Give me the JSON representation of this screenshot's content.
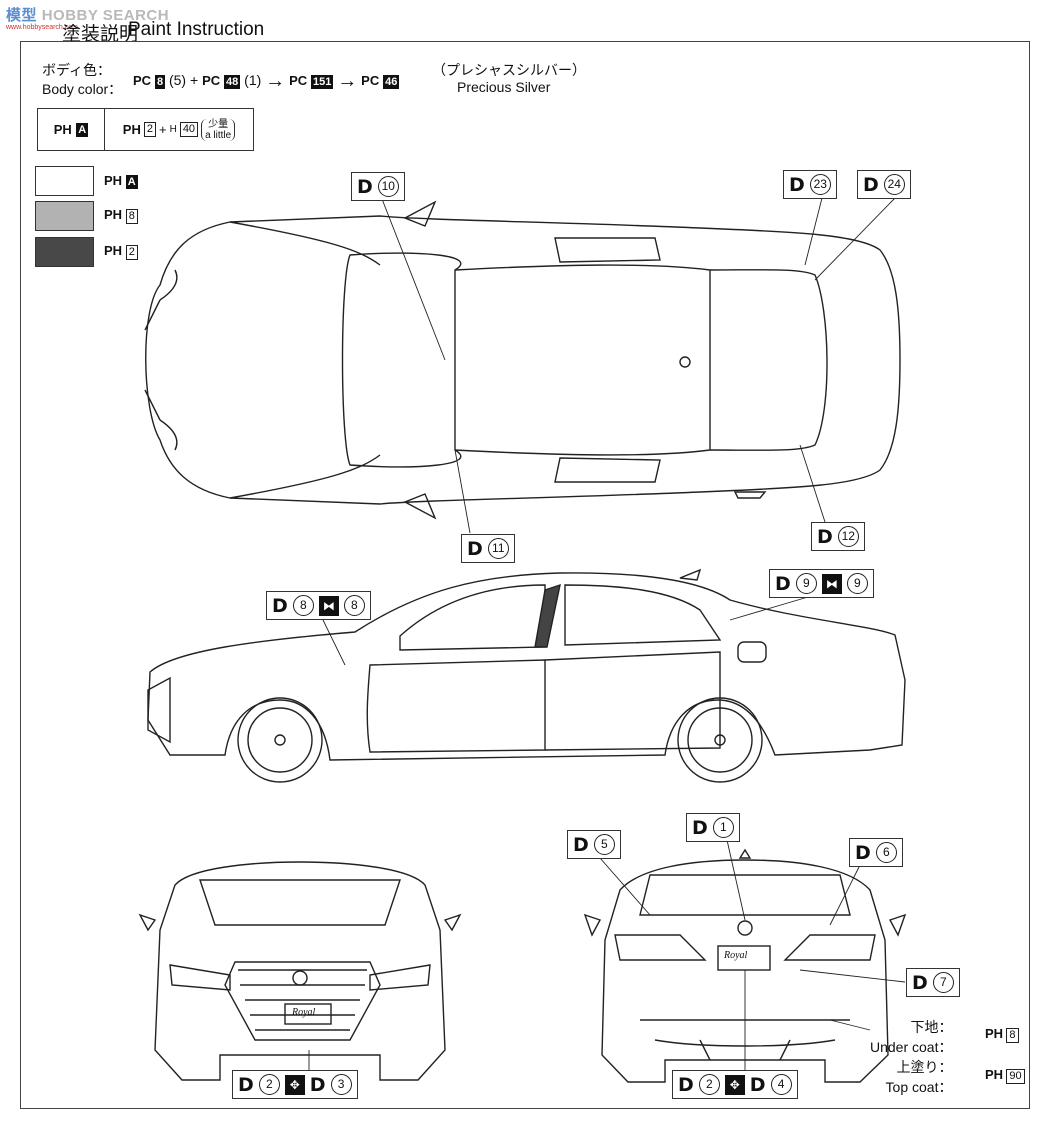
{
  "watermark": {
    "brand_chars": "模型",
    "brand_text": "HOBBY SEARCH",
    "url": "www.hobbysearch.com"
  },
  "header": {
    "title_jp": "塗装説明",
    "title_en": "Paint Instruction"
  },
  "body_color": {
    "label_jp": "ボディ色：",
    "label_en": "Body color：",
    "steps": [
      {
        "prefix": "PC",
        "code": "8",
        "qty": "(5)"
      },
      {
        "op": "+"
      },
      {
        "prefix": "PC",
        "code": "48",
        "qty": "(1)"
      },
      {
        "op": "→"
      },
      {
        "prefix": "PC",
        "code": "151"
      },
      {
        "op": "→"
      },
      {
        "prefix": "PC",
        "code": "46"
      }
    ],
    "result_jp": "（プレシャスシルバー）",
    "result_en": "Precious Silver"
  },
  "mix_table": {
    "left": {
      "prefix": "PH",
      "code": "A"
    },
    "right": {
      "prefix": "PH",
      "code": "2",
      "plus": "+",
      "code2_prefix": "H",
      "code2": "40",
      "note_jp": "少量",
      "note_en": "a little"
    }
  },
  "legend": [
    {
      "prefix": "PH",
      "code": "A",
      "swatch": "#ffffff",
      "style": "filled"
    },
    {
      "prefix": "PH",
      "code": "8",
      "swatch": "#b2b2b2",
      "style": "outlined"
    },
    {
      "prefix": "PH",
      "code": "2",
      "swatch": "#484848",
      "style": "outlined"
    }
  ],
  "decals": {
    "d10": {
      "letter": "D",
      "num": "10"
    },
    "d23": {
      "letter": "D",
      "num": "23"
    },
    "d24": {
      "letter": "D",
      "num": "24"
    },
    "d11": {
      "letter": "D",
      "num": "11"
    },
    "d12": {
      "letter": "D",
      "num": "12"
    },
    "d8": {
      "letter": "D",
      "num": "8",
      "tie": "8"
    },
    "d9": {
      "letter": "D",
      "num": "9",
      "tie": "9"
    },
    "d5": {
      "letter": "D",
      "num": "5"
    },
    "d1": {
      "letter": "D",
      "num": "1"
    },
    "d6": {
      "letter": "D",
      "num": "6"
    },
    "d7": {
      "letter": "D",
      "num": "7"
    },
    "d23f": {
      "letter": "D",
      "num": "2",
      "alt": "3"
    },
    "d24r": {
      "letter": "D",
      "num": "2",
      "alt": "4"
    }
  },
  "undercoat": {
    "jp": "下地：",
    "en": "Under coat：",
    "prefix": "PH",
    "code": "8"
  },
  "topcoat": {
    "jp": "上塗り：",
    "en": "Top coat：",
    "prefix": "PH",
    "code": "90"
  },
  "plates": {
    "front": "Royal",
    "rear": "Royal"
  }
}
